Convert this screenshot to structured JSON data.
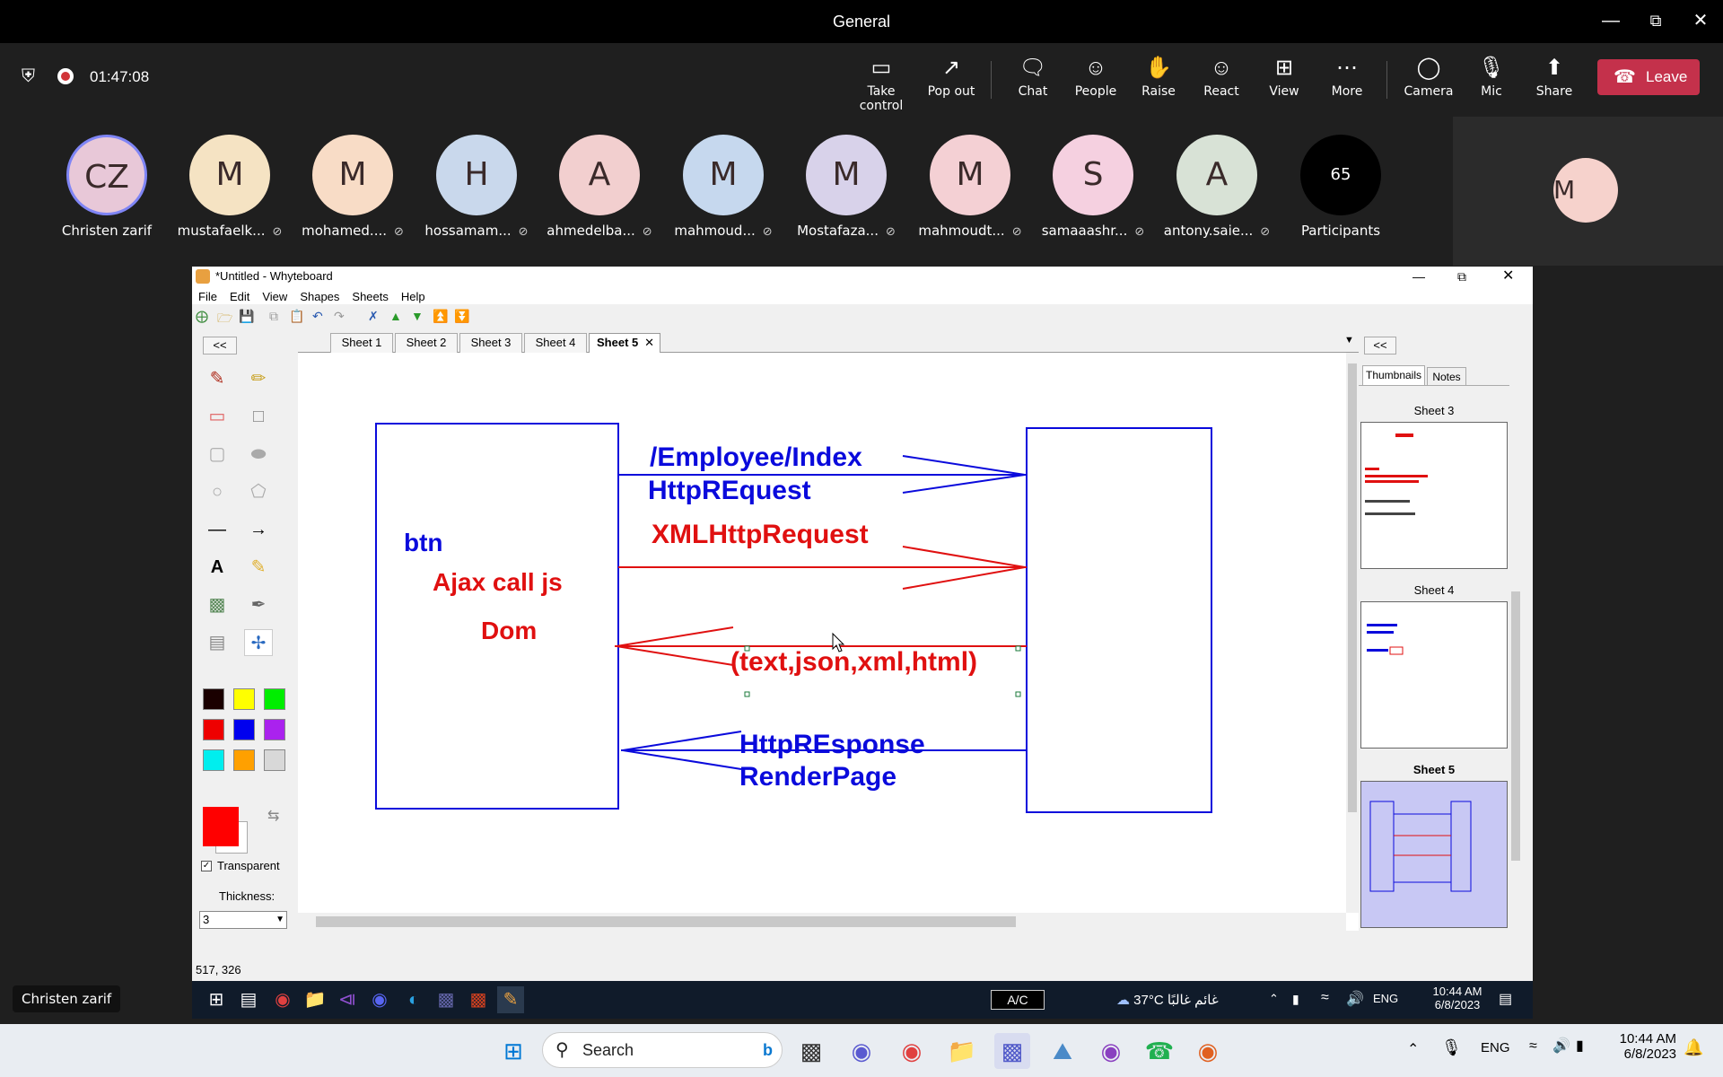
{
  "window": {
    "title": "General"
  },
  "meeting": {
    "timer": "01:47:08",
    "tools": [
      "Take control",
      "Pop out",
      "Chat",
      "People",
      "Raise",
      "React",
      "View",
      "More",
      "Camera",
      "Mic",
      "Share"
    ],
    "leave_label": "Leave"
  },
  "participants": [
    {
      "initials": "CZ",
      "name": "Christen zarif",
      "color": "#e8c8d8"
    },
    {
      "initials": "M",
      "name": "mustafaelk...",
      "color": "#f5e3c3"
    },
    {
      "initials": "M",
      "name": "mohamed....",
      "color": "#f8dcc6"
    },
    {
      "initials": "H",
      "name": "hossamam...",
      "color": "#c9d8ec"
    },
    {
      "initials": "A",
      "name": "ahmedelba...",
      "color": "#f2cfcf"
    },
    {
      "initials": "M",
      "name": "mahmoud...",
      "color": "#c6d8ee"
    },
    {
      "initials": "M",
      "name": "Mostafaza...",
      "color": "#d8d2ea"
    },
    {
      "initials": "M",
      "name": "mahmoudt...",
      "color": "#f4d0d4"
    },
    {
      "initials": "S",
      "name": "samaaashr...",
      "color": "#f5d0e0"
    },
    {
      "initials": "A",
      "name": "antony.saie...",
      "color": "#d8e2d6"
    }
  ],
  "participants_count": {
    "count": "65",
    "label": "Participants"
  },
  "self_view": {
    "initials": "M",
    "color": "#f6d2cc"
  },
  "presenter_name": "Christen zarif",
  "whyteboard": {
    "title": "*Untitled - Whyteboard",
    "menu": [
      "File",
      "Edit",
      "View",
      "Shapes",
      "Sheets",
      "Help"
    ],
    "tabs": [
      "Sheet 1",
      "Sheet 2",
      "Sheet 3",
      "Sheet 4",
      "Sheet 5"
    ],
    "active_tab": "Sheet 5",
    "collapse_left": "<<",
    "collapse_right": "<<",
    "panel_tabs": [
      "Thumbnails",
      "Notes"
    ],
    "thumbnails": [
      "Sheet 3",
      "Sheet 4",
      "Sheet 5"
    ],
    "transparent_label": "Transparent",
    "thickness_label": "Thickness:",
    "thickness_value": "3",
    "status": "517, 326",
    "canvas": {
      "btn": "btn",
      "ajax": "Ajax call js",
      "dom": "Dom",
      "employee_index": "/Employee/Index",
      "httprequest": "HttpREquest",
      "xmlhttprequest": "XMLHttpRequest",
      "formats": "(text,json,xml,html)",
      "httpresponse": "HttpREsponse",
      "renderpage": "RenderPage"
    },
    "colors": {
      "blue": "#0a0adc",
      "red": "#e01010",
      "selected_color": "#ff0000"
    }
  },
  "inner_taskbar": {
    "ac_label": "A/C",
    "weather": "37°C  غائم غالبًا",
    "lang": "ENG",
    "time": "10:44 AM",
    "date": "6/8/2023"
  },
  "taskbar": {
    "search_placeholder": "Search",
    "lang": "ENG",
    "time": "10:44 AM",
    "date": "6/8/2023"
  }
}
